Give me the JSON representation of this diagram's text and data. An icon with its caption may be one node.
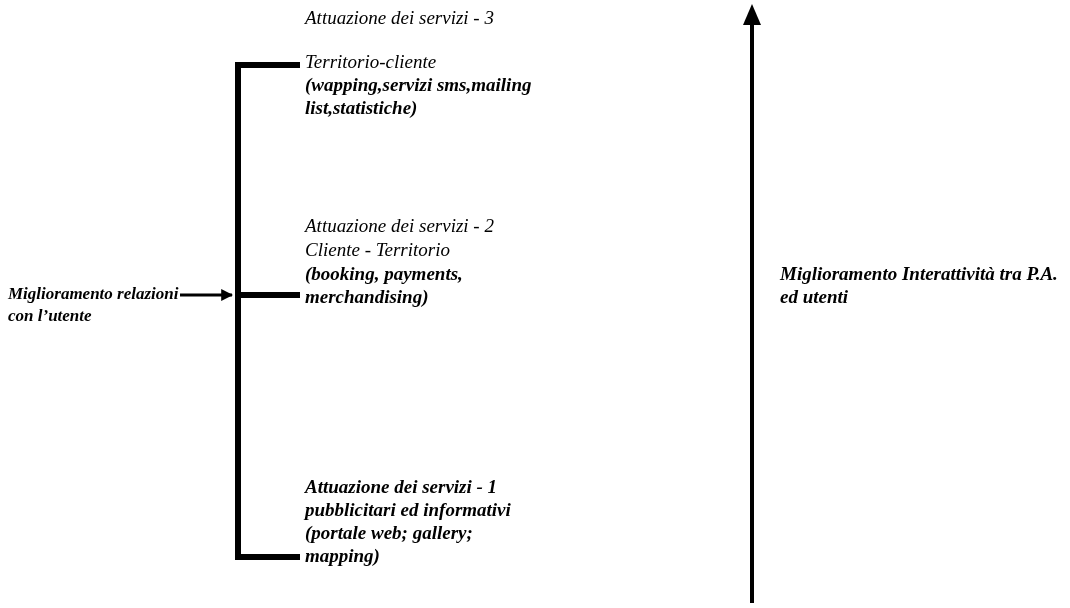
{
  "diagram": {
    "nodes": [
      {
        "text": [
          "Miglioramento relazioni con l’utente"
        ]
      },
      {
        "text": [],
        "shape": "bracket"
      }
    ],
    "edges": [
      {
        "from": 0,
        "to": 1,
        "arrow": "to"
      }
    ],
    "labels": [
      "Attuazione dei servizi - 3",
      "Territorio-cliente",
      "(wapping,servizi sms,mailing list,statistiche)",
      "Attuazione dei servizi - 2",
      "Cliente - Territorio",
      "(booking, payments, merchandising)",
      "Miglioramento Interattività tra P.A. ed utenti",
      "Attuazione dei servizi - 1 pubblicitari ed informativi (portale web; gallery; mapping)"
    ]
  }
}
